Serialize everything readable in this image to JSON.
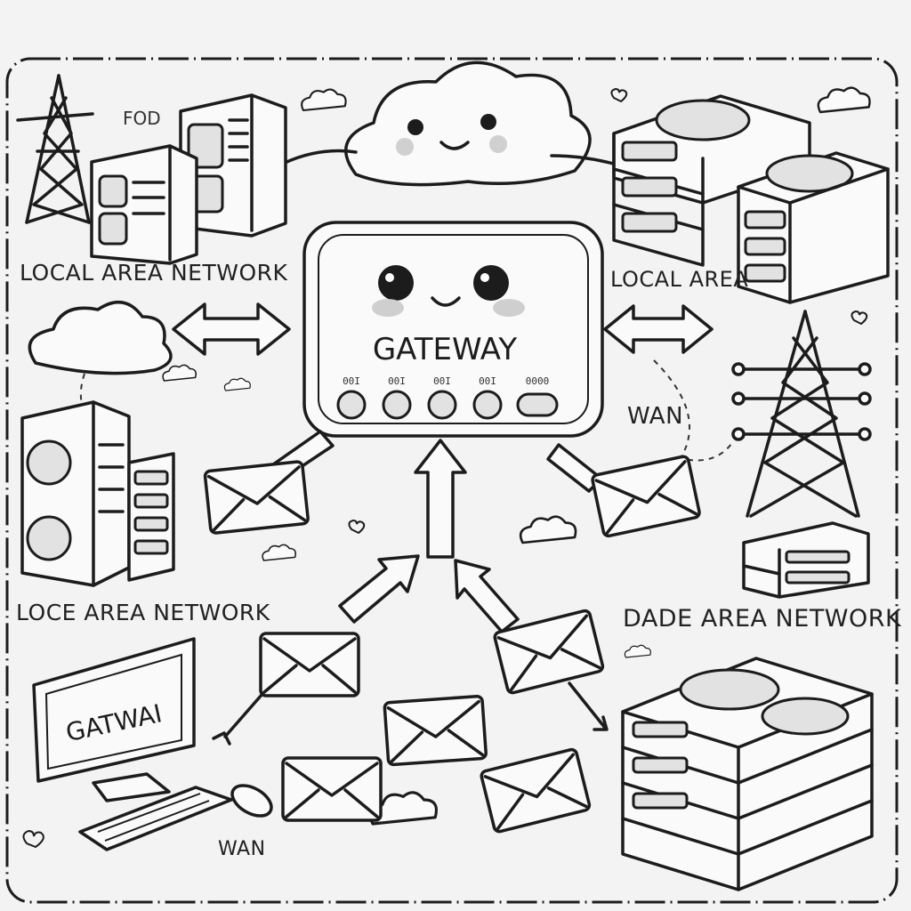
{
  "labels": {
    "top_left": "LOCAL AREA NETWORK",
    "top_right": "LOCAL AREA",
    "gateway": "GATEWAY",
    "wan_right": "WAN",
    "mid_left": "LOCE AREA NETWORK",
    "mid_right": "DADE AREA NETWORK",
    "monitor": "GATWAI",
    "wan_bottom": "WAN",
    "scribble": "FOD"
  },
  "gateway_ports": [
    "00I",
    "00I",
    "00I",
    "00I",
    "0000"
  ]
}
